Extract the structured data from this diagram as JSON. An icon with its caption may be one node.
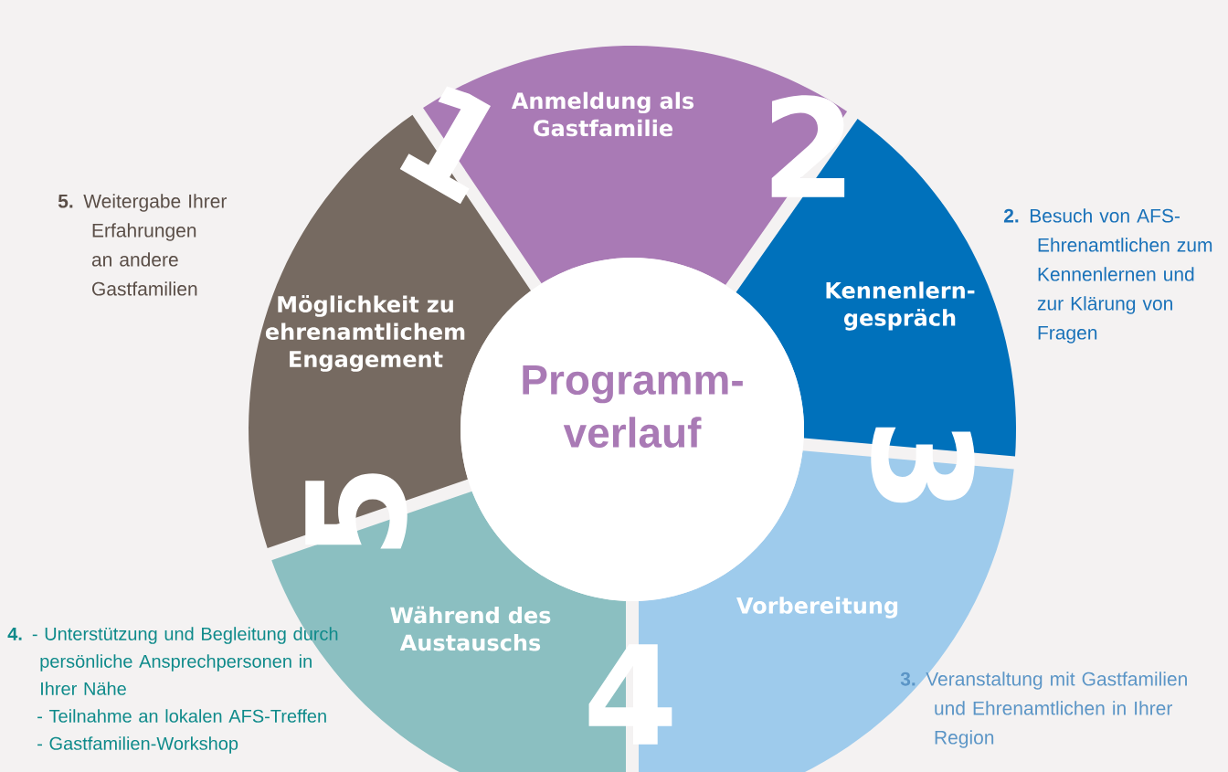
{
  "diagram": {
    "nodes": [
      {
        "text": [
          "Programm-verlauf"
        ]
      },
      {
        "text": [
          "Anmeldung als Gastfamilie"
        ]
      },
      {
        "text": [
          "Kennenlern-gespräch"
        ],
        "beside": [
          "**2.** Besuch von AFS-Ehrenamtlichen zum Kennenlernen und zur Klärung von Fragen"
        ]
      },
      {
        "text": [
          "Vorbereitung"
        ],
        "beside": [
          "**3.** Veranstaltung mit Gastfamilien und Ehrenamtlichen in Ihrer Region"
        ]
      },
      {
        "text": [
          "Während des Austauschs"
        ],
        "beside": [
          "**4.** - Unterstützung und Begleitung durch persönliche Ansprechpersonen in Ihrer Nähe",
          "- Teilnahme an lokalen AFS-Treffen",
          "- Gastfamilien-Workshop"
        ]
      },
      {
        "text": [
          "Möglichkeit zu ehrenamtlichem Engagement"
        ],
        "beside": [
          "**5.** Weitergabe Ihrer Erfahrungen an andere Gastfamilien"
        ]
      }
    ],
    "edges": [],
    "labels": [
      "1",
      "2",
      "3",
      "4",
      "5"
    ]
  }
}
